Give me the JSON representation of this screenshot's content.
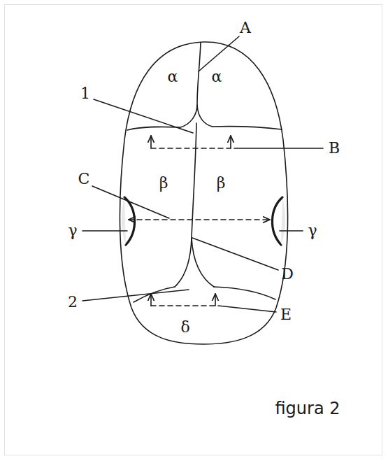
{
  "diagram": {
    "caption": "figura 2",
    "labels": [
      "A",
      "1",
      "α",
      "α",
      "B",
      "C",
      "β",
      "β",
      "γ",
      "γ",
      "D",
      "2",
      "δ",
      "E"
    ]
  }
}
